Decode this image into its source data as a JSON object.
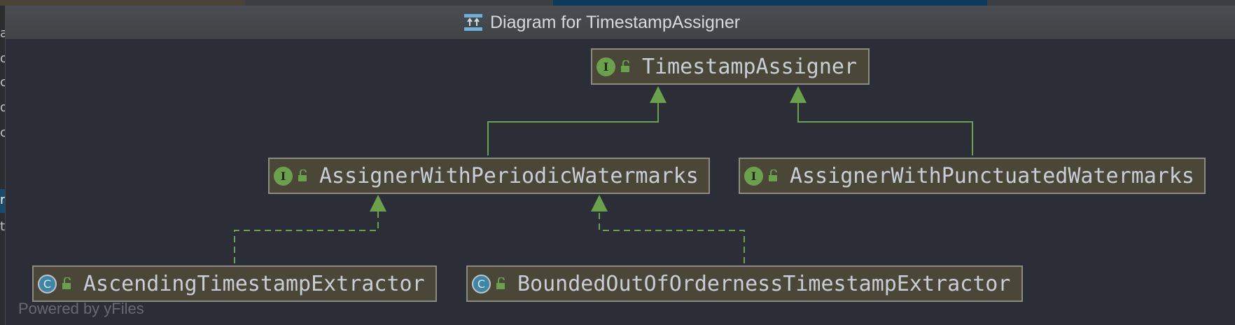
{
  "window": {
    "title": "Diagram for TimestampAssigner",
    "title_icon": "class-diagram-icon"
  },
  "diagram": {
    "nodes": {
      "timestamp_assigner": {
        "kind": "interface",
        "badge": "I",
        "label": "TimestampAssigner",
        "icon": "unlocked-icon"
      },
      "periodic": {
        "kind": "interface",
        "badge": "I",
        "label": "AssignerWithPeriodicWatermarks",
        "icon": "unlocked-icon"
      },
      "punctuated": {
        "kind": "interface",
        "badge": "I",
        "label": "AssignerWithPunctuatedWatermarks",
        "icon": "unlocked-icon"
      },
      "ascending": {
        "kind": "class",
        "badge": "C",
        "label": "AscendingTimestampExtractor",
        "icon": "unlocked-icon"
      },
      "bounded": {
        "kind": "class",
        "badge": "C",
        "label": "BoundedOutOfOrdernessTimestampExtractor",
        "icon": "unlocked-icon"
      }
    },
    "edges": [
      {
        "from": "periodic",
        "to": "timestamp_assigner",
        "type": "extends",
        "style": "solid"
      },
      {
        "from": "punctuated",
        "to": "timestamp_assigner",
        "type": "extends",
        "style": "solid"
      },
      {
        "from": "ascending",
        "to": "periodic",
        "type": "implements",
        "style": "dashed"
      },
      {
        "from": "bounded",
        "to": "periodic",
        "type": "implements",
        "style": "dashed"
      }
    ]
  },
  "footer": {
    "text": "Powered by yFiles"
  },
  "colors": {
    "background": "#2b2e36",
    "node_fill": "#4a4739",
    "node_border": "#8b8b80",
    "edge": "#6aa24c",
    "interface_badge": "#6aa24c",
    "class_badge": "#3d86a6",
    "label": "#c9ced4"
  }
}
